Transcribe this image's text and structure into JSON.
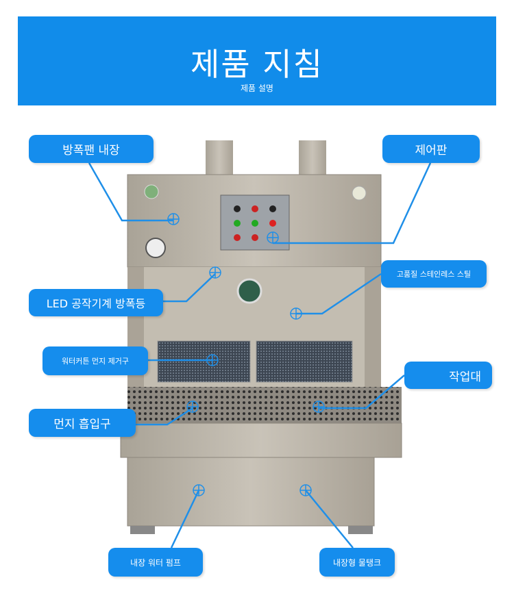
{
  "banner": {
    "title": "제품 지침",
    "subtitle": "제품 설명"
  },
  "labels": {
    "fan": "방폭팬 내장",
    "control": "제어판",
    "steel": "고품질 스테인레스 스틸",
    "led": "LED 공작기계 방폭등",
    "curtain": "워터커튼 먼지 제거구",
    "bench": "작업대",
    "inlet": "먼지 흡입구",
    "pump": "내장 워터 펌프",
    "tank": "내장형 물탱크"
  },
  "colors": {
    "accent": "#158ded",
    "steel": "#b9b2a6"
  }
}
